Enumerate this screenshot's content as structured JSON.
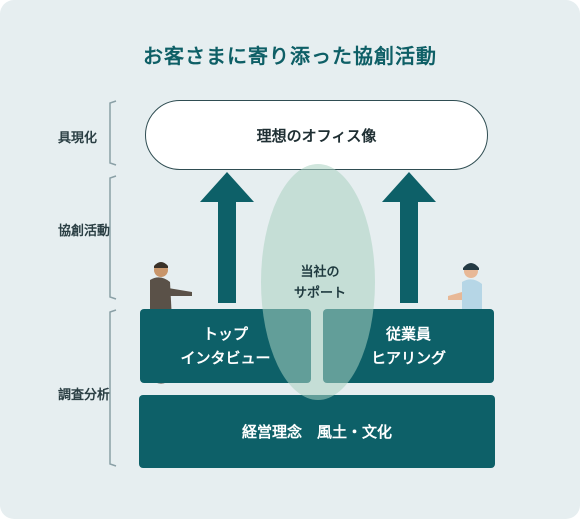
{
  "title": "お客さまに寄り添った協創活動",
  "levels": {
    "top": "具現化",
    "middle": "協創活動",
    "bottom": "調査分析"
  },
  "ideal_office": "理想のオフィス像",
  "support": "当社の\nサポート",
  "boxes": {
    "interview": "トップ\nインタビュー",
    "hearing": "従業員\nヒアリング",
    "foundation": "経営理念　風土・文化"
  },
  "colors": {
    "title": "#0e5f66",
    "box": "#0d6068",
    "background": "#e6eef0",
    "ellipse": "#a9d1c1"
  }
}
